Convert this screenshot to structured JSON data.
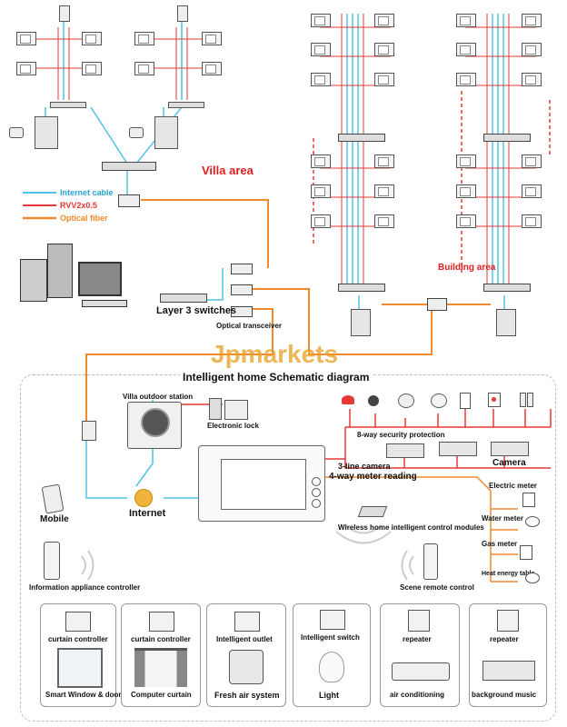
{
  "villa": {
    "area_label": "Villa area"
  },
  "building": {
    "area_label": "Building area"
  },
  "legend": {
    "internet": "Internet cable",
    "rvv": "RVV2x0.5",
    "fiber": "Optical fiber"
  },
  "network": {
    "switches_label": "Layer 3 switches",
    "transceiver_label": "Optical transceiver"
  },
  "watermark": "Jpmarkets",
  "home": {
    "title": "Intelligent home Schematic diagram",
    "outdoor_station": "Villa outdoor station",
    "lock": "Electronic lock",
    "security": "8-way security protection",
    "camera_line": "3-line camera",
    "camera": "Camera",
    "meter_reading": "4-way meter reading",
    "electric": "Electric meter",
    "water": "Water meter",
    "gas": "Gas meter",
    "heat": "Heat energy table",
    "wireless": "Wireless home intelligent control modules",
    "scene_remote": "Scene remote control",
    "internet": "Internet",
    "mobile": "Mobile",
    "appliance": "Information appliance controller"
  },
  "panels": [
    {
      "top": "curtain controller",
      "bottom": "Smart Window & door"
    },
    {
      "top": "curtain controller",
      "bottom": "Computer curtain"
    },
    {
      "top": "Intelligent outlet",
      "bottom": "Fresh air system"
    },
    {
      "top": "Intelligent switch",
      "bottom": "Light"
    },
    {
      "top": "repeater",
      "bottom": "air conditioning"
    },
    {
      "top": "repeater",
      "bottom": "background music"
    }
  ],
  "colors": {
    "internet_cable": "#4fc3e8",
    "rvv": "#e53935",
    "fiber": "#f08a2c",
    "title_red": "#e01e1e"
  }
}
